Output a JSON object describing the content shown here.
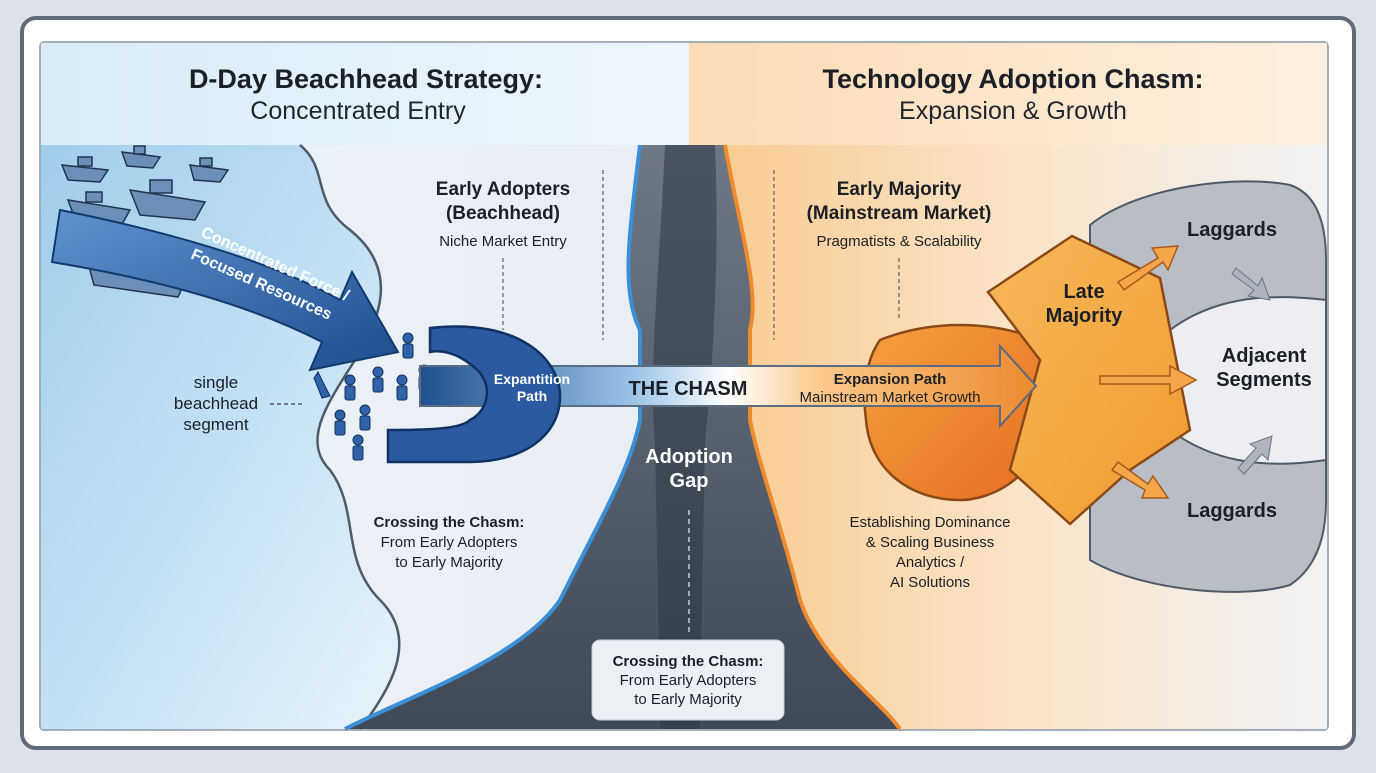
{
  "left_panel": {
    "title": "D-Day Beachhead Strategy:",
    "subtitle": "Concentrated Entry",
    "arrow_text_line1": "Concentrated Force /",
    "arrow_text_line2": "Focused Resources",
    "beachhead_label": [
      "single",
      "beachhead",
      "segment"
    ],
    "early_adopters": {
      "title_line1": "Early Adopters",
      "title_line2": "(Beachhead)",
      "caption": "Niche Market Entry"
    },
    "crossing_note": [
      "Crossing the Chasm:",
      "From Early Adopters",
      "to Early Majority"
    ],
    "expansion_path_small": [
      "Expantition",
      "Path"
    ]
  },
  "right_panel": {
    "title": "Technology Adoption Chasm:",
    "subtitle": "Expansion & Growth",
    "early_majority": {
      "title_line1": "Early Majority",
      "title_line2": "(Mainstream Market)",
      "caption": "Pragmatists & Scalability"
    },
    "dominance_note": [
      "Establishing Dominance",
      "& Scaling Business",
      "Analytics /",
      "AI Solutions"
    ],
    "late_majority": [
      "Late",
      "Majority"
    ],
    "adjacent_segments": [
      "Adjacent",
      "Segments"
    ],
    "laggards_top": "Laggards",
    "laggards_bottom": "Laggards"
  },
  "center": {
    "chasm_label": "THE CHASM",
    "adoption_gap": [
      "Adoption",
      "Gap"
    ],
    "bottom_box": [
      "Crossing the Chasm:",
      "From Early Adopters",
      "to Early Majority"
    ],
    "expansion_path_title": "Expansion Path",
    "expansion_path_sub": "Mainstream Market Growth"
  },
  "colors": {
    "navy": "#1f4f8f",
    "light_blue": "#cfe6f6",
    "orange": "#f2a03c",
    "dark_orange": "#e8792a",
    "gray": "#b7bcc4"
  }
}
